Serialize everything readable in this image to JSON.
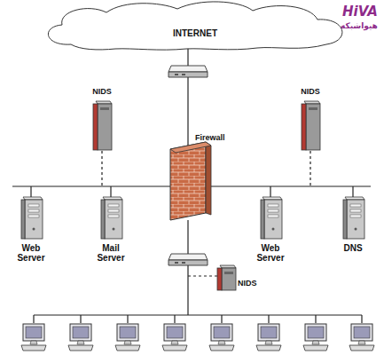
{
  "diagram": {
    "nodes": [
      {
        "text": [
          "INTERNET"
        ]
      },
      {
        "text": [
          "NIDS"
        ]
      },
      {
        "text": [
          "Firewall"
        ]
      },
      {
        "text": [
          "NIDS"
        ]
      },
      {
        "text": [
          "Web Server"
        ]
      },
      {
        "text": [
          "Mail Server"
        ]
      },
      {
        "text": [
          "Web Server"
        ]
      },
      {
        "text": [
          "DNS"
        ]
      },
      {
        "text": [
          "NIDS"
        ]
      }
    ],
    "edges": [
      {
        "from": 0,
        "to": 2,
        "arrow": "none"
      }
    ],
    "labels": [
      "HiVA",
      "هیواشبکه"
    ]
  }
}
